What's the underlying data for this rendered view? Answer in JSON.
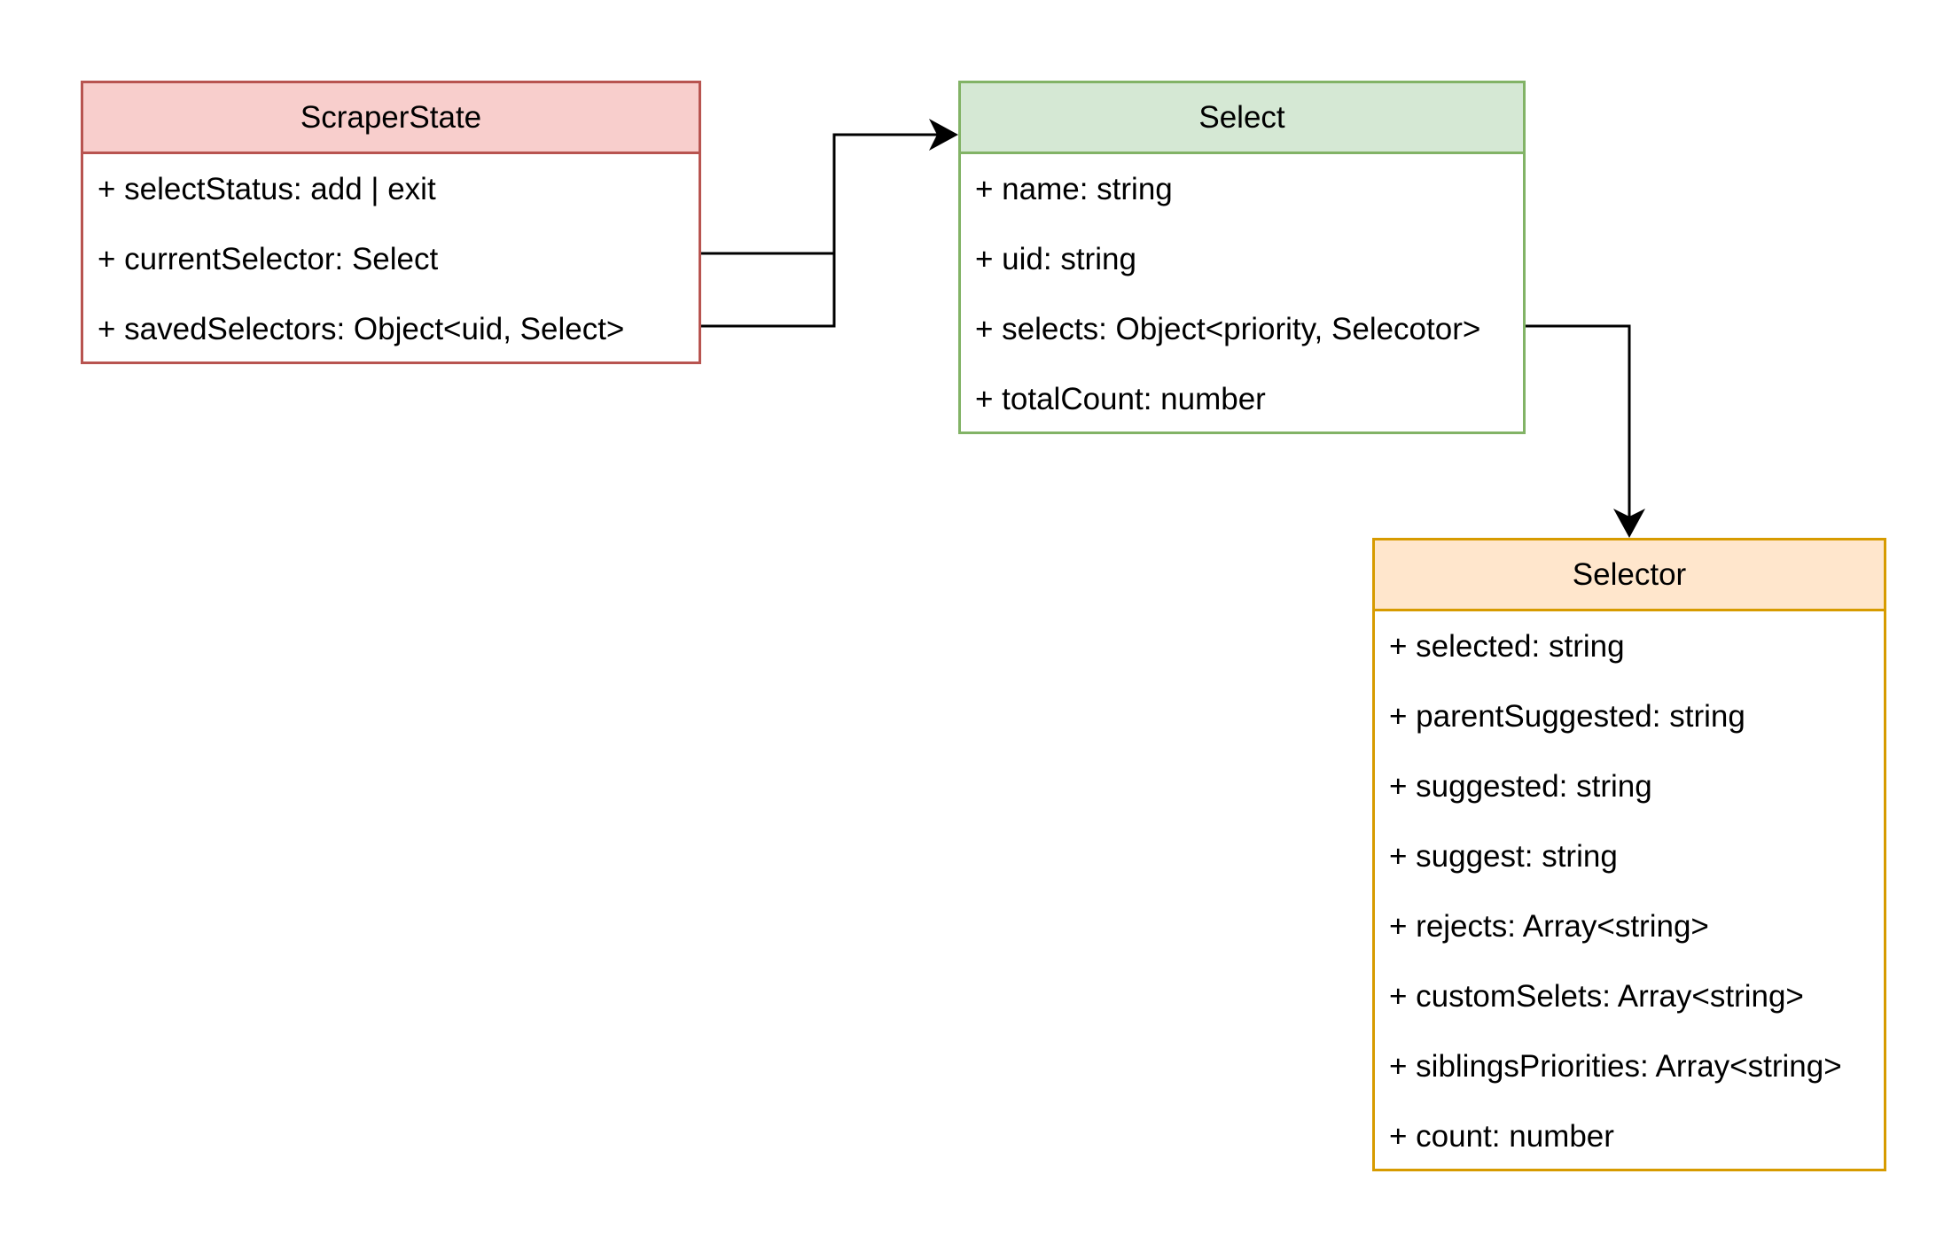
{
  "diagram": {
    "classes": [
      {
        "title": "ScraperState",
        "attributes": [
          "+ selectStatus: add | exit",
          "+ currentSelector: Select",
          "+ savedSelectors: Object<uid, Select>"
        ]
      },
      {
        "title": "Select",
        "attributes": [
          "+ name: string",
          "+ uid: string",
          "+ selects: Object<priority, Selecotor>",
          "+ totalCount: number"
        ]
      },
      {
        "title": "Selector",
        "attributes": [
          "+ selected: string",
          "+ parentSuggested: string",
          "+ suggested: string",
          "+ suggest: string",
          "+ rejects: Array<string>",
          "+ customSelets: Array<string>",
          "+ siblingsPriorities: Array<string>",
          "+ count: number"
        ]
      }
    ],
    "colors": {
      "scraperstate_fill": "#f8cecc",
      "scraperstate_stroke": "#b85450",
      "select_fill": "#d5e8d4",
      "select_stroke": "#82b366",
      "selector_fill": "#ffe6cc",
      "selector_stroke": "#d79b00",
      "connector": "#000000"
    },
    "relationships": [
      {
        "from": "ScraperState.currentSelector",
        "to": "Select",
        "arrow": "open-triangle"
      },
      {
        "from": "ScraperState.savedSelectors",
        "to": "Select",
        "arrow": "open-triangle"
      },
      {
        "from": "Select.selects",
        "to": "Selector",
        "arrow": "open-triangle"
      }
    ]
  }
}
